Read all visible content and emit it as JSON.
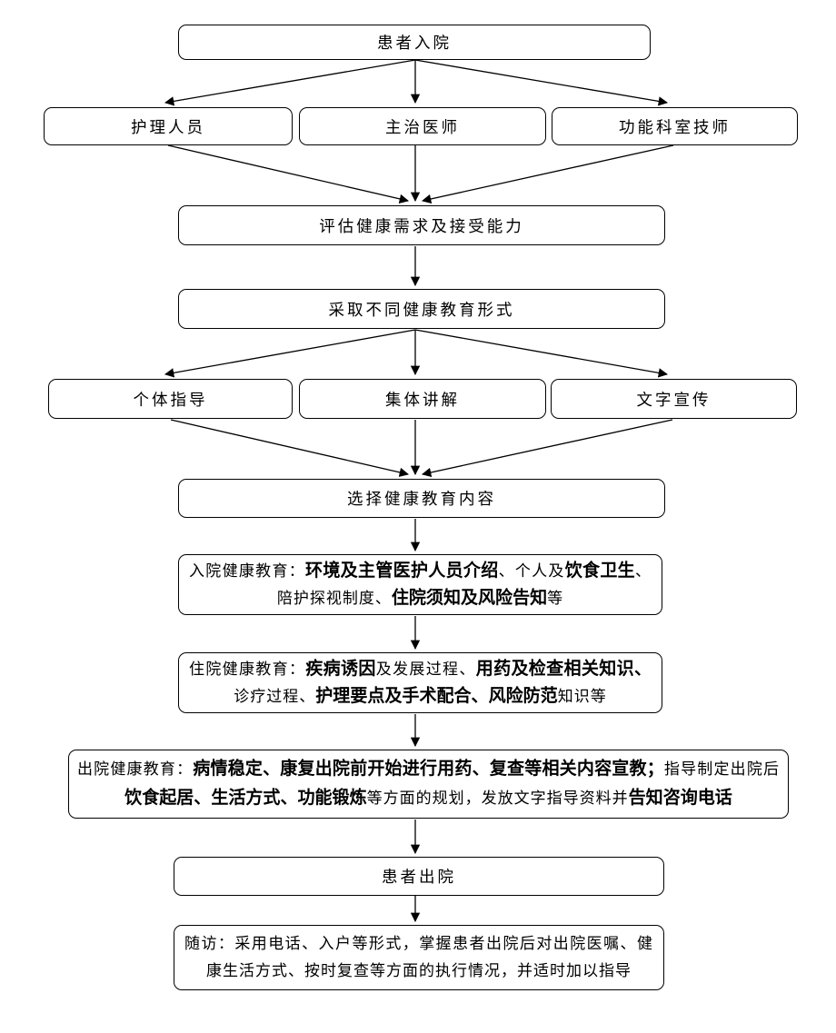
{
  "flowchart": {
    "colors": {
      "background": "#ffffff",
      "box_border": "#000000",
      "arrow_line": "#000000",
      "text": "#000000"
    },
    "nodes": {
      "admission": "患者入院",
      "nursing_staff": "护理人员",
      "attending_physician": "主治医师",
      "functional_technician": "功能科室技师",
      "assess_needs": "评估健康需求及接受能力",
      "education_forms": "采取不同健康教育形式",
      "individual_guidance": "个体指导",
      "group_explanation": "集体讲解",
      "text_promotion": "文字宣传",
      "select_content": "选择健康教育内容",
      "patient_discharge": "患者出院"
    },
    "rich_nodes": {
      "admission_education": [
        {
          "text": "入院健康教育：",
          "bold": false
        },
        {
          "text": "环境及主管医护人员介绍",
          "bold": true
        },
        {
          "text": "、个人及",
          "bold": false
        },
        {
          "text": "饮食卫生",
          "bold": true
        },
        {
          "text": "、陪护探视制度、",
          "bold": false
        },
        {
          "text": "住院须知及风险告知",
          "bold": true
        },
        {
          "text": "等",
          "bold": false
        }
      ],
      "inpatient_education": [
        {
          "text": "住院健康教育：",
          "bold": false
        },
        {
          "text": "疾病诱因",
          "bold": true
        },
        {
          "text": "及发展过程、",
          "bold": false
        },
        {
          "text": "用药及检查相关知识、",
          "bold": true
        },
        {
          "text": "诊疗过程、",
          "bold": false
        },
        {
          "text": "护理要点及手术配合、风险防范",
          "bold": true
        },
        {
          "text": "知识等",
          "bold": false
        }
      ],
      "discharge_education": [
        {
          "text": "出院健康教育：",
          "bold": false
        },
        {
          "text": "病情稳定、康复出院前开始进行用药、复查等相关内容宣教；",
          "bold": true
        },
        {
          "text": "指导制定出院后",
          "bold": false
        },
        {
          "text": "饮食起居、生活方式、功能锻炼",
          "bold": true
        },
        {
          "text": "等方面的规划，发放文字指导资料并",
          "bold": false
        },
        {
          "text": "告知咨询电话",
          "bold": true
        }
      ],
      "follow_up": [
        {
          "text": "随访：采用电话、入户等形式，掌握患者出院后对出院医嘱、健康生活方式、按时复查等方面的执行情况，并适时加以指导",
          "bold": false
        }
      ]
    }
  }
}
